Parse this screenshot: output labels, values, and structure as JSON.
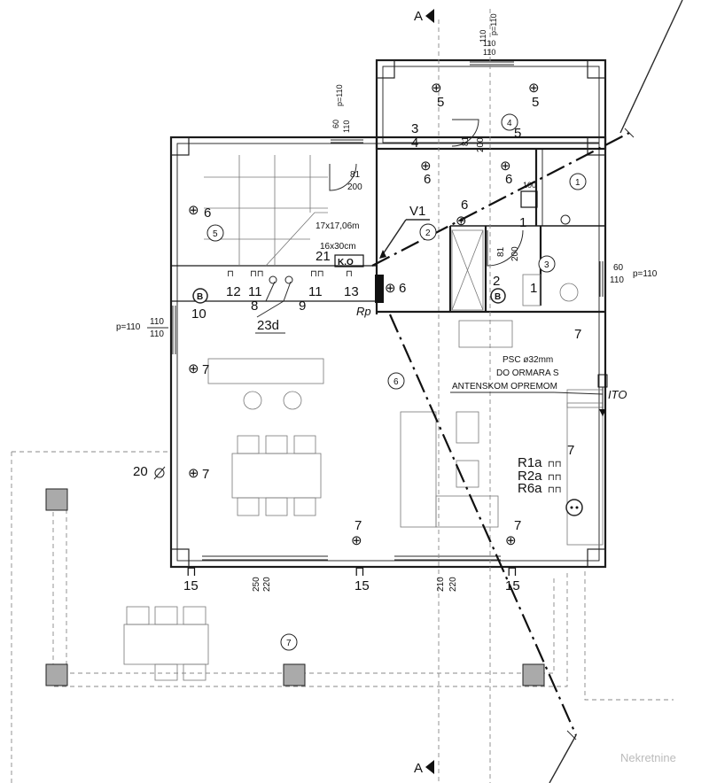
{
  "section_marks": [
    "A",
    "A"
  ],
  "dimensions": {
    "top_wall": [
      "110",
      "p=110",
      "110",
      "110"
    ],
    "stair_window": [
      "60",
      "110",
      "p=110"
    ],
    "stair_door": [
      "81",
      "200"
    ],
    "bath_door": [
      "81",
      "200"
    ],
    "wc_door": [
      "81",
      "200"
    ],
    "right_window": [
      "60",
      "110",
      "p=110"
    ],
    "left_window": [
      "p=110",
      "110",
      "110"
    ],
    "bottom": [
      "250",
      "220",
      "210",
      "220"
    ],
    "wc_fixture": "100"
  },
  "rooms": [
    "1",
    "2",
    "3",
    "4",
    "5",
    "6",
    "7"
  ],
  "stair": {
    "size": "17x17,06m",
    "tread": "16x30cm",
    "steps": "21"
  },
  "labels": {
    "ko": "K.O",
    "v1": "V1",
    "rp": "Rp",
    "ito": "ITO",
    "psc_line1": "PSC ø32mm",
    "psc_line2": "DO ORMARA S",
    "psc_line3": "ANTENSKOM OPREMOM",
    "group": "23d",
    "r1a": "R1a",
    "r2a": "R2a",
    "r6a": "R6a"
  },
  "symbol_numbers": {
    "top_left_fixture": "5",
    "top_right_fixture": "5",
    "fixture_4_5": "5",
    "fixture_3_4": [
      "3",
      "4"
    ],
    "hall_left": "6",
    "hall_right": "6",
    "hall_6": "6",
    "stair_6": "6",
    "switch_row": [
      "12",
      "11",
      "8",
      "9",
      "11",
      "13"
    ],
    "kitchen_6": "6",
    "b_left": "10",
    "b_right": "2",
    "wc": "1",
    "left_7a": "7",
    "left_7b": "7",
    "right_7": "7",
    "kitchen_7": "7",
    "bottom_7a": "7",
    "bottom_7b": "7",
    "bottom_15a": "15",
    "bottom_15b": "15",
    "bottom_15c": "15",
    "terrace_20": "20"
  },
  "b_mark": "B",
  "watermark": "Nekretnine"
}
